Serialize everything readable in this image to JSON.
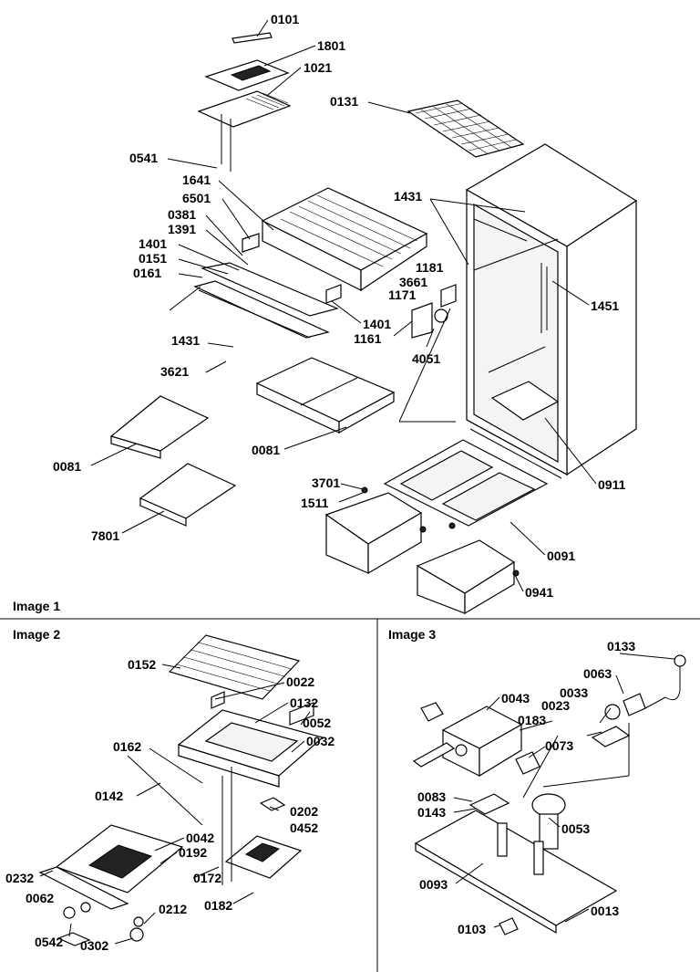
{
  "sections": {
    "image1": "Image 1",
    "image2": "Image 2",
    "image3": "Image 3"
  },
  "callouts": {
    "c0101": "0101",
    "c1801": "1801",
    "c1021": "1021",
    "c0131": "0131",
    "c0541": "0541",
    "c1641": "1641",
    "c6501": "6501",
    "c0381": "0381",
    "c1391": "1391",
    "c1401a": "1401",
    "c0151": "0151",
    "c0161": "0161",
    "c1431a": "1431",
    "c1431b": "1431",
    "c1181": "1181",
    "c3661": "3661",
    "c1171": "1171",
    "c1451": "1451",
    "c1401b": "1401",
    "c1161": "1161",
    "c4051": "4051",
    "c3621": "3621",
    "c0081a": "0081",
    "c0081b": "0081",
    "c7801": "7801",
    "c3701": "3701",
    "c1511": "1511",
    "c0911": "0911",
    "c0091": "0091",
    "c0941": "0941",
    "c0152": "0152",
    "c0022": "0022",
    "c0132": "0132",
    "c0052": "0052",
    "c0032": "0032",
    "c0162": "0162",
    "c0142": "0142",
    "c0202": "0202",
    "c0452": "0452",
    "c0042": "0042",
    "c0192": "0192",
    "c0232": "0232",
    "c0172": "0172",
    "c0062": "0062",
    "c0212": "0212",
    "c0182": "0182",
    "c0542": "0542",
    "c0302": "0302",
    "c0133": "0133",
    "c0063": "0063",
    "c0043": "0043",
    "c0033": "0033",
    "c0023": "0023",
    "c0183": "0183",
    "c0073": "0073",
    "c0083": "0083",
    "c0143": "0143",
    "c0053": "0053",
    "c0093": "0093",
    "c0013": "0013",
    "c0103": "0103"
  }
}
